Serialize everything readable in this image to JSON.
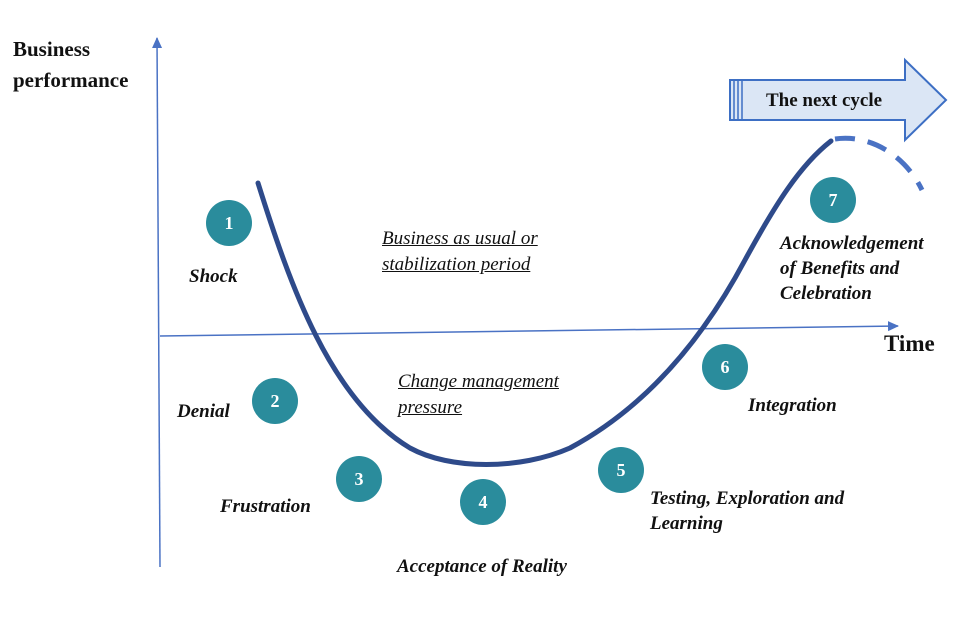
{
  "axes": {
    "y_title_line1": "Business",
    "y_title_line2": "performance",
    "x_title": "Time"
  },
  "next_cycle_label": "The next cycle",
  "notes": {
    "business_line1": "Business as usual or",
    "business_line2": "stabilization period",
    "change_line1": "Change management",
    "change_line2": "pressure"
  },
  "stages": [
    {
      "number": "1",
      "label": "Shock"
    },
    {
      "number": "2",
      "label": "Denial"
    },
    {
      "number": "3",
      "label": "Frustration"
    },
    {
      "number": "4",
      "label": "Acceptance of Reality"
    },
    {
      "number": "5",
      "label_line1": "Testing, Exploration and",
      "label_line2": "Learning"
    },
    {
      "number": "6",
      "label": "Integration"
    },
    {
      "number": "7",
      "label_line1": "Acknowledgement",
      "label_line2": "of Benefits and",
      "label_line3": "Celebration"
    }
  ],
  "colors": {
    "curve": "#2e4a8a",
    "axis": "#4a72c4",
    "badge": "#2a8c9c",
    "arrow_fill": "#dbe6f5",
    "arrow_stroke": "#3d6fc4"
  }
}
